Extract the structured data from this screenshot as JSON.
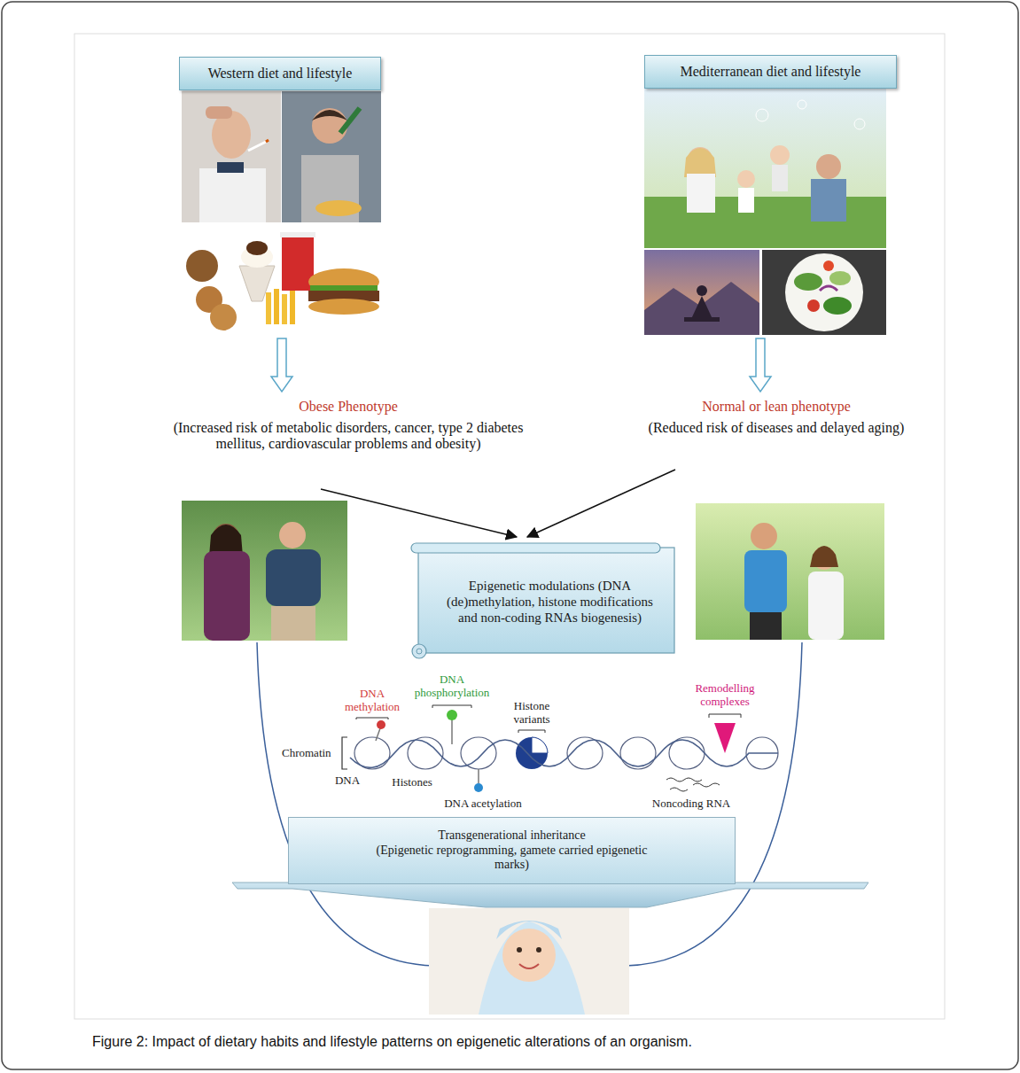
{
  "diagram": {
    "caption": "Figure 2: Impact of dietary habits and lifestyle patterns on epigenetic alterations of an organism.",
    "nodes": [
      {
        "text": [
          "Western diet and lifestyle"
        ]
      },
      {
        "text": [
          "Mediterranean diet and lifestyle"
        ]
      },
      {
        "text": [
          "Epigenetic modulations (DNA (de)methylation, histone modifications and non-coding RNAs biogenesis)"
        ]
      },
      {
        "text": [
          "Transgenerational inheritance",
          "(Epigenetic reprogramming, gamete carried epigenetic marks)"
        ]
      }
    ],
    "labels": [
      "Obese Phenotype",
      "(Increased risk of metabolic disorders, cancer, type 2 diabetes mellitus, cardiovascular problems and obesity)",
      "Normal or lean phenotype",
      "(Reduced risk of diseases and delayed aging)",
      "DNA methylation",
      "DNA phosphorylation",
      "Histone variants",
      "Remodelling complexes",
      "Chromatin",
      "DNA",
      "Histones",
      "DNA acetylation",
      "Noncoding RNA"
    ]
  }
}
